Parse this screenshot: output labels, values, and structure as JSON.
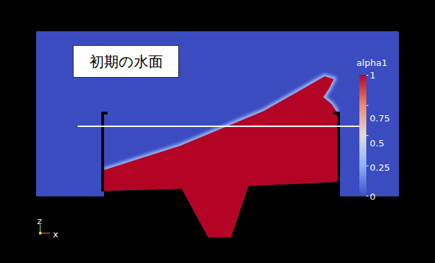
{
  "diagram": {
    "nodes": [
      {
        "text": [
          "初期の水面"
        ]
      }
    ],
    "labels": [
      "alpha1",
      "1",
      "0.75",
      "0.5",
      "0.25",
      "0",
      "z",
      "x"
    ]
  }
}
